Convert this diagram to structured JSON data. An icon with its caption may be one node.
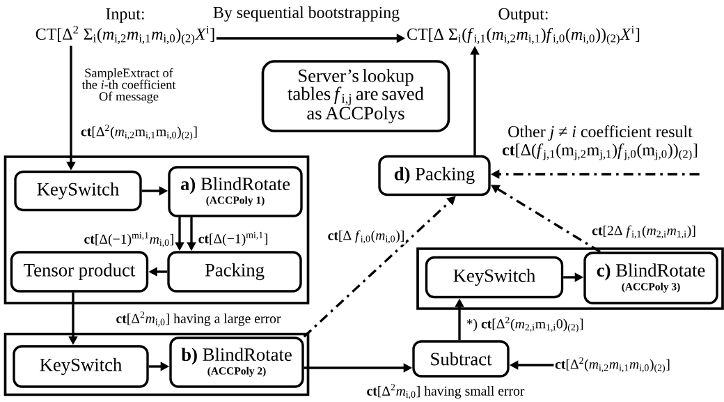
{
  "diagram": {
    "nodes": [
      {
        "text": [
          "Input:",
          "CT[Δ$^{2}$ Σ$_{i}$(*m*$_{i,2}$*m*$_{i,1}$*m*$_{i,0}$)$_{(2)}$*X*$^{i}$]"
        ]
      },
      {
        "text": [
          "Output:",
          "CT[Δ Σ$_{i}$(*f*$_{i,1}$(*m*$_{i,2}$*m*$_{i,1}$)*f*$_{i,0}$(*m*$_{i,0}$))$_{(2)}$*X*$^{i}$]"
        ]
      },
      {
        "text": [
          "Server’s lookup tables *f*$_{i,j}$ are saved as ACCPolys"
        ]
      },
      {
        "text": [],
        "shape": "box"
      },
      {
        "text": [
          "KeySwitch"
        ],
        "in": 3
      },
      {
        "text": [
          "**a)** BlindRotate",
          "(ACCPoly 1)"
        ],
        "in": 3
      },
      {
        "text": [
          "Tensor product"
        ],
        "in": 3
      },
      {
        "text": [
          "Packing"
        ],
        "in": 3
      },
      {
        "text": [],
        "shape": "box"
      },
      {
        "text": [
          "KeySwitch"
        ],
        "in": 8
      },
      {
        "text": [
          "**b)** BlindRotate",
          "(ACCPoly 2)"
        ],
        "in": 8
      },
      {
        "text": [
          "**d)** Packing"
        ]
      },
      {
        "text": [],
        "shape": "box"
      },
      {
        "text": [
          "KeySwitch"
        ],
        "in": 12
      },
      {
        "text": [
          "**c)** BlindRotate",
          "(ACCPoly 3)"
        ],
        "in": 12
      },
      {
        "text": [
          "Subtract"
        ]
      },
      {
        "text": [
          "Other *j* ≠ *i* coefficient result",
          "**ct**[Δ(*f*$_{j,1}$(m$_{j,2}$m$_{j,1}$)*f*$_{j,0}$(m$_{j,0}$))$_{(2)}$]"
        ]
      },
      {
        "text": [
          "**ct**[Δ$^{2}$(*m*$_{i,2}$*m*$_{i,1}$*m*$_{i,0}$)$_{(2)}$]"
        ]
      }
    ],
    "edges": [
      {
        "from": 0,
        "to": 1,
        "arrow": "to",
        "label": "By sequential bootstrapping"
      },
      {
        "from": 0,
        "to": 4,
        "arrow": "to",
        "label": "SampleExtract of the *i*-th coefficient Of message"
      },
      {
        "from": 4,
        "to": 5,
        "arrow": "to"
      },
      {
        "from": 5,
        "to": 7,
        "arrow": "to",
        "label": "**ct**[Δ(−1)$^{mi,1}$*m*$_{i,0}$]"
      },
      {
        "from": 5,
        "to": 7,
        "arrow": "to",
        "label": "**ct**[Δ(−1)$^{mi,1}$]"
      },
      {
        "from": 7,
        "to": 6,
        "arrow": "to"
      },
      {
        "from": 6,
        "to": 9,
        "arrow": "to",
        "label": "**ct**[Δ$^{2}$*m*$_{i,0}$] having a large error"
      },
      {
        "from": 9,
        "to": 10,
        "arrow": "to"
      },
      {
        "from": 10,
        "to": 11,
        "arrow": "to",
        "style": "dashed",
        "label": "**ct**[Δ *f*$_{i,0}$(*m*$_{i,0}$)]"
      },
      {
        "from": 10,
        "to": 15,
        "arrow": "to",
        "label": "**ct**[Δ$^{2}$*m*$_{i,0}$] having small error"
      },
      {
        "from": 17,
        "to": 15,
        "arrow": "to"
      },
      {
        "from": 15,
        "to": 13,
        "arrow": "to",
        "label": "*) **ct**[Δ$^{2}$(*m*$_{2,i}$m$_{1,i}$0)$_{(2)}$]"
      },
      {
        "from": 13,
        "to": 14,
        "arrow": "to"
      },
      {
        "from": 14,
        "to": 11,
        "arrow": "to",
        "style": "dashed",
        "label": "**ct**[2Δ *f*$_{i,1}$(*m*$_{2,i}$*m*$_{1,i}$)]"
      },
      {
        "from": 16,
        "to": 11,
        "arrow": "to",
        "style": "dashed"
      },
      {
        "from": 11,
        "to": 1,
        "arrow": "to"
      }
    ],
    "labels": [
      "**ct**[Δ$^{2}$(*m*$_{i,2}$m$_{i,1}$m$_{i,0}$)$_{(2)}$]"
    ]
  }
}
